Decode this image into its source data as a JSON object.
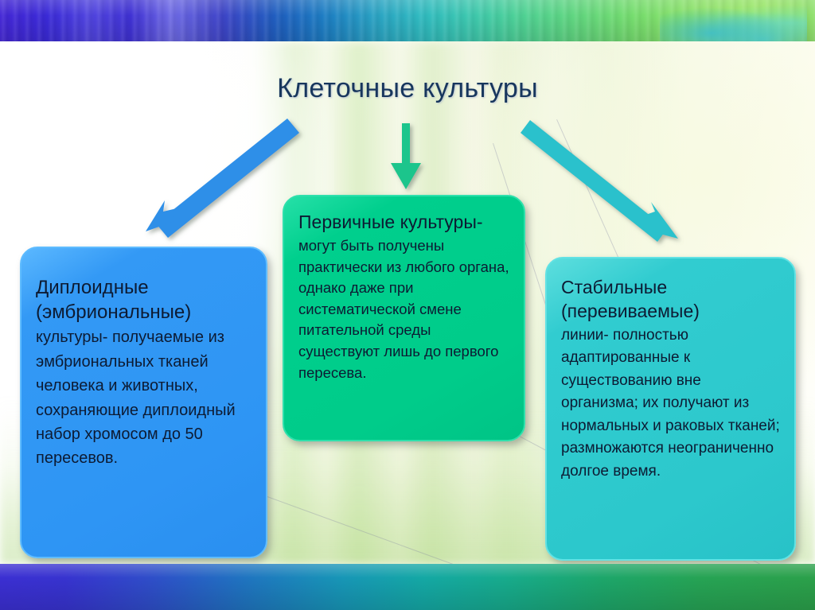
{
  "slide": {
    "title": "Клеточные культуры"
  },
  "boxes": [
    {
      "name": "diploid",
      "heading": "Диплоидные\n(эмбриональные)",
      "body": "культуры- получаемые из эмбриональных тканей человека и животных, сохраняющие диплоидный набор хромосом до 50 пересевов.",
      "color": "#3399F5"
    },
    {
      "name": "primary",
      "heading": "Первичные культуры-",
      "body": "могут быть получены практически из любого органа, однако даже при систематической смене питательной среды существуют лишь до первого пересева.",
      "color": "#00CC8A"
    },
    {
      "name": "stable",
      "heading": "Стабильные\n(перевиваемые)",
      "body": "линии- полностью адаптированные к существованию вне организма; их получают из нормальных и раковых тканей; размножаются неограниченно долгое время.",
      "color": "#2CC8CC"
    }
  ],
  "arrows": [
    {
      "name": "arrow-to-diploid",
      "direction": "down-left",
      "color": "#2E8FE8"
    },
    {
      "name": "arrow-to-primary",
      "direction": "down",
      "color": "#1FC58C"
    },
    {
      "name": "arrow-to-stable",
      "direction": "down-right",
      "color": "#2CC1CC"
    }
  ],
  "decor": {
    "top_bar_gradient_from": "#4427D6",
    "top_bar_gradient_to": "#8FE06D",
    "bottom_bar_gradient_from": "#3B2FD2",
    "bottom_bar_gradient_to": "#2BA04A",
    "title_color": "#17365D"
  }
}
